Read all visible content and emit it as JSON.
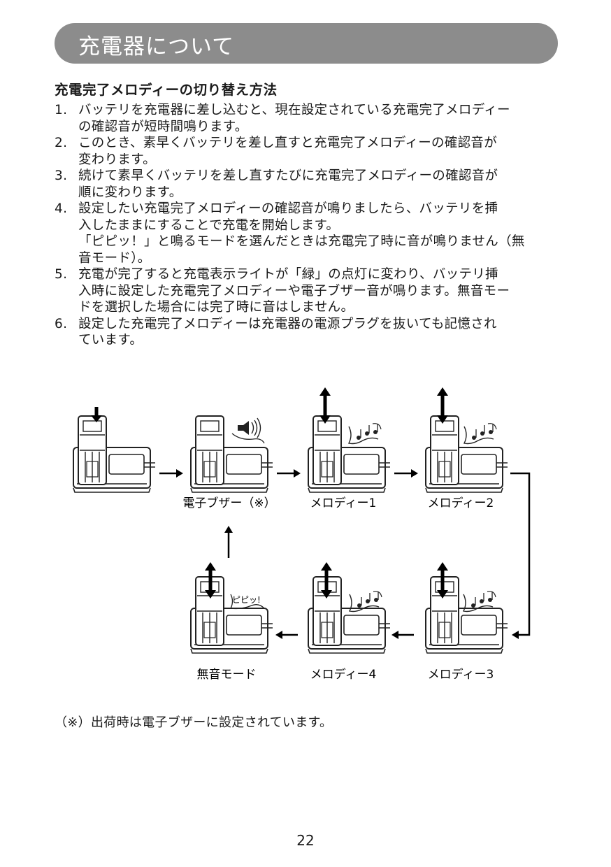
{
  "header": {
    "title": "充電器について"
  },
  "section": {
    "heading": "充電完了メロディーの切り替え方法"
  },
  "steps": [
    {
      "num": "1.",
      "lines": [
        "バッテリを充電器に差し込むと、現在設定されている充電完了メロディー",
        "の確認音が短時間鳴ります。"
      ]
    },
    {
      "num": "2.",
      "lines": [
        "このとき、素早くバッテリを差し直すと充電完了メロディーの確認音が",
        "変わります。"
      ]
    },
    {
      "num": "3.",
      "lines": [
        "続けて素早くバッテリを差し直すたびに充電完了メロディーの確認音が",
        "順に変わります。"
      ]
    },
    {
      "num": "4.",
      "lines": [
        "設定したい充電完了メロディーの確認音が鳴りましたら、バッテリを挿",
        "入したままにすることで充電を開始します。",
        "「ピピッ！」と鳴るモードを選んだときは充電完了時に音が鳴りません（無",
        "音モード）。"
      ]
    },
    {
      "num": "5.",
      "lines": [
        "充電が完了すると充電表示ライトが「緑」の点灯に変わり、バッテリ挿",
        "入時に設定した充電完了メロディーや電子ブザー音が鳴ります。無音モー",
        "ドを選択した場合には完了時に音はしません。"
      ]
    },
    {
      "num": "6.",
      "lines": [
        "設定した充電完了メロディーは充電器の電源プラグを抜いても記憶され",
        "ています。"
      ]
    }
  ],
  "diagram": {
    "labels": {
      "buzzer": "電子ブザー（※）",
      "melody1": "メロディー1",
      "melody2": "メロディー2",
      "melody3": "メロディー3",
      "melody4": "メロディー4",
      "silent": "無音モード"
    },
    "sound_text": {
      "pipi": "ピピッ!"
    },
    "icons": [
      "down-arrow-icon",
      "double-arrow-icon",
      "speaker-icon",
      "music-notes-icon",
      "flow-arrow-icon"
    ]
  },
  "footnote": "（※）出荷時は電子ブザーに設定されています。",
  "page_number": "22",
  "colors": {
    "banner": "#8c8c8c",
    "banner_text": "#ffffff",
    "ink": "#1a1a1a"
  }
}
